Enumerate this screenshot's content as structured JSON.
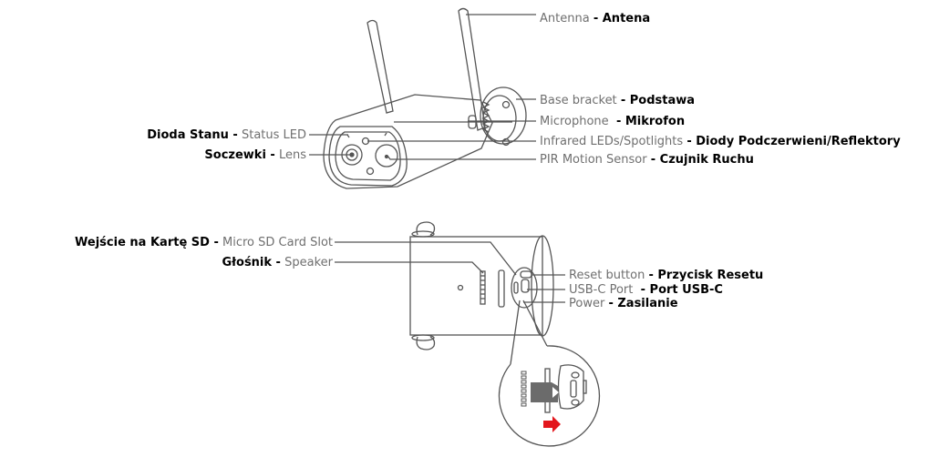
{
  "colors": {
    "line": "#555555",
    "english": "#6f6f6f",
    "polish": "#000000",
    "sd_card": "#6b6b6b",
    "arrow": "#e3171d"
  },
  "front_view": {
    "antenna": {
      "en": "Antenna",
      "pl": "- Antena"
    },
    "base_bracket": {
      "en": "Base bracket",
      "pl": "- Podstawa"
    },
    "microphone": {
      "en": "Microphone",
      "pl": "- Mikrofon"
    },
    "infrared": {
      "en": "Infrared LEDs/Spotlights",
      "pl": "- Diody Podczerwieni/Reflektory"
    },
    "pir": {
      "en": "PIR Motion Sensor",
      "pl": "- Czujnik Ruchu"
    },
    "status_led": {
      "pl": "Dioda Stanu -",
      "en": "Status LED"
    },
    "lens": {
      "pl": "Soczewki -",
      "en": "Lens"
    }
  },
  "bottom_view": {
    "sd_slot": {
      "pl": "Wejście na Kartę SD -",
      "en": "Micro SD Card Slot"
    },
    "speaker": {
      "pl": "Głośnik -",
      "en": "Speaker"
    },
    "reset": {
      "en": "Reset button",
      "pl": "- Przycisk Resetu"
    },
    "usbc": {
      "en": "USB-C Port",
      "pl": "- Port USB-C"
    },
    "power": {
      "en": "Power",
      "pl": "- Zasilanie"
    }
  }
}
